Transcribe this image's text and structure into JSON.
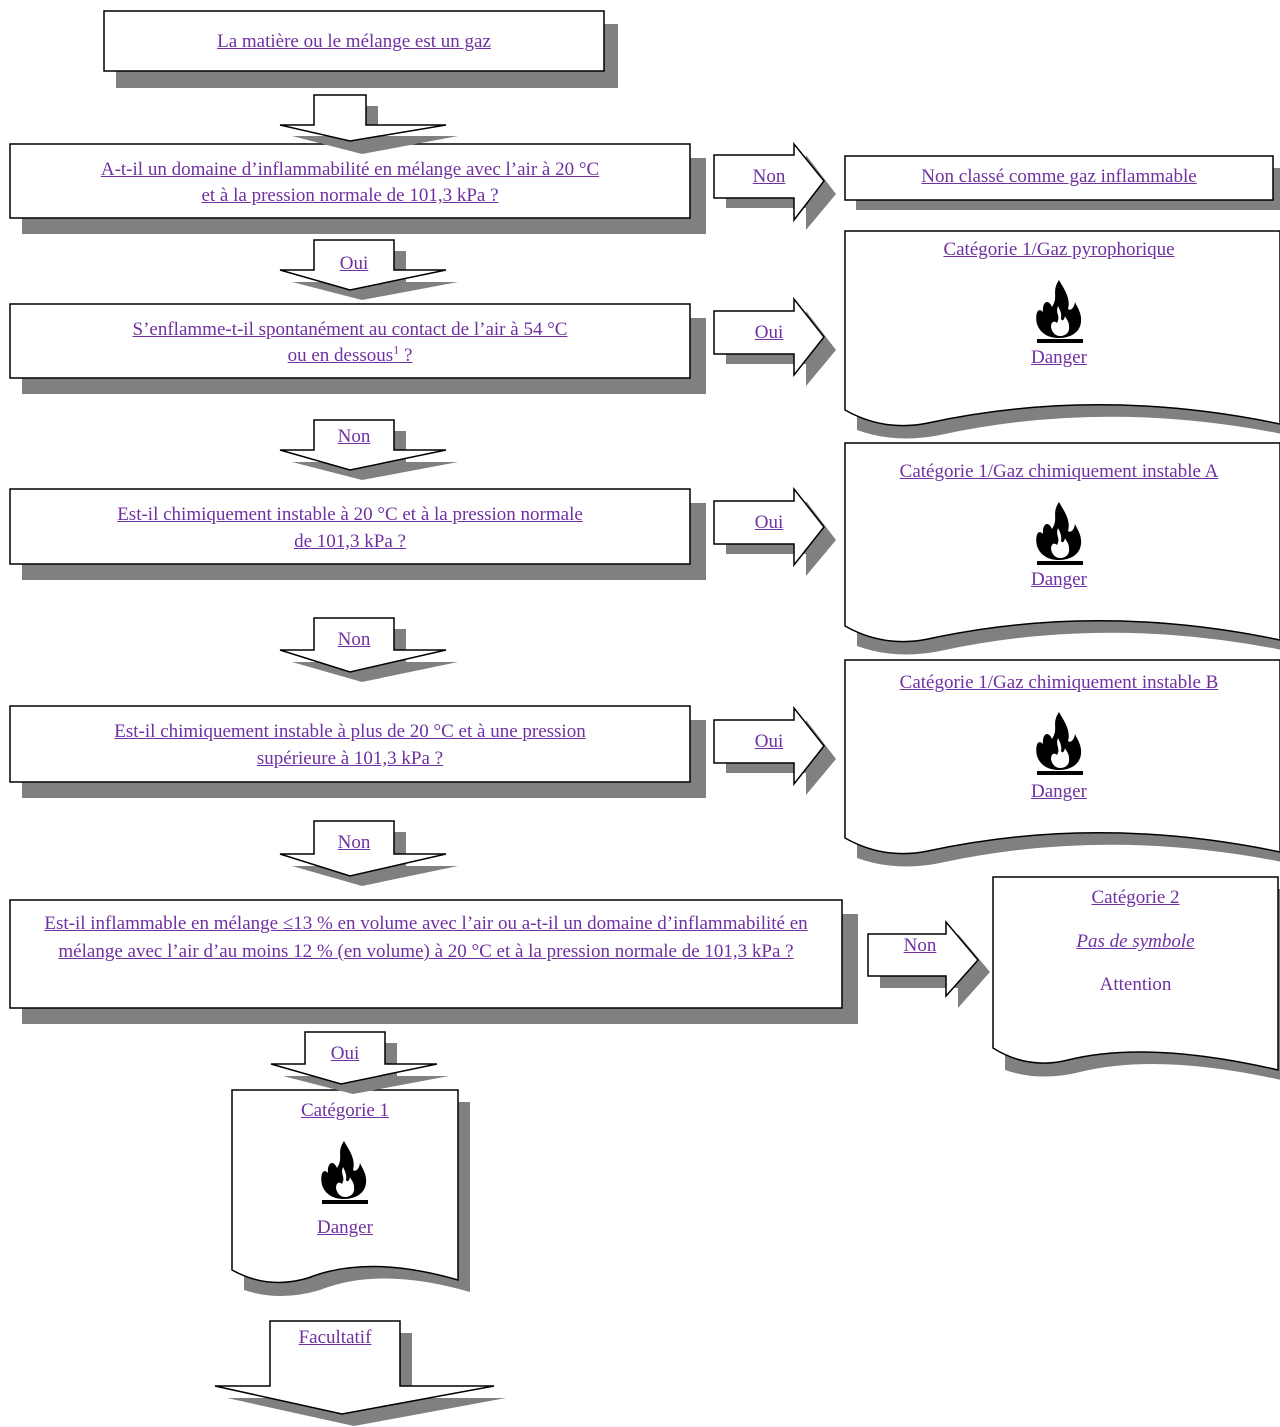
{
  "start": {
    "text": "La matière ou le mélange est un gaz"
  },
  "questions": [
    {
      "id": "q1",
      "line1": "A-t-il un domaine d’inflammabilité en mélange avec l’air à 20 °C",
      "line2": "et à la pression normale de 101,3 kPa ?"
    },
    {
      "id": "q2",
      "line1": "S’enflamme-t-il spontanément au contact de l’air à 54 °C",
      "line2_before": "ou en dessous",
      "footnote": "1",
      "line2_after": " ?"
    },
    {
      "id": "q3",
      "line1": "Est-il chimiquement instable à 20 °C et à la pression normale",
      "line2": "de 101,3 kPa ?"
    },
    {
      "id": "q4",
      "line1": "Est-il chimiquement instable à plus de 20 °C et à une pression",
      "line2": "supérieure à 101,3 kPa ?"
    },
    {
      "id": "q5",
      "text": "Est-il inflammable en mélange ≤13 % en volume avec l’air ou a-t-il un domaine d’inflammabilité en mélange avec l’air d’au moins 12 % (en volume) à 20 °C et à la pression normale de 101,3 kPa ?"
    }
  ],
  "arrows": {
    "oui": "Oui",
    "non": "Non",
    "optional": "Facultatif"
  },
  "results": {
    "not_classified": "Non classé comme gaz inflammable",
    "pyrophoric": {
      "title": "Catégorie 1/Gaz pyrophorique",
      "signal": "Danger"
    },
    "unstable_a": {
      "title": "Catégorie 1/Gaz chimiquement instable A",
      "signal": "Danger"
    },
    "unstable_b": {
      "title": "Catégorie 1/Gaz chimiquement instable B",
      "signal": "Danger"
    },
    "category2": {
      "title": "Catégorie 2",
      "symbol": "Pas de symbole",
      "signal": "Attention"
    },
    "category1": {
      "title": "Catégorie 1",
      "signal": "Danger"
    }
  },
  "colors": {
    "text": "#7030a0",
    "shadow": "#808080",
    "outline": "#000000"
  },
  "icons": [
    "flame-icon"
  ]
}
